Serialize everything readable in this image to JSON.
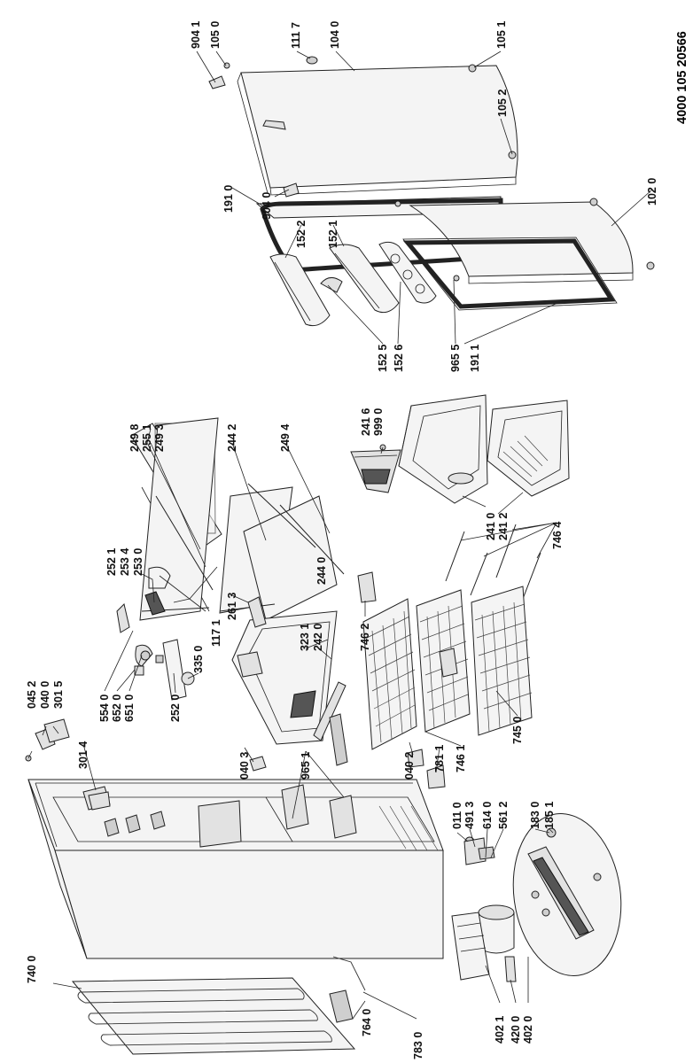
{
  "document_number": "4000 105 20566",
  "part_labels": {
    "p9041": "904 1",
    "p1050": "105 0",
    "p1117": "111 7",
    "p1040": "104 0",
    "p1051": "105 1",
    "p1052": "105 2",
    "p1910": "191 0",
    "p9040": "904 0",
    "p1020": "102 0",
    "p1522": "152 2",
    "p1521": "152 1",
    "p1525": "152 5",
    "p1526": "152 6",
    "p9655": "965 5",
    "p1911": "191 1",
    "p2416": "241 6",
    "p9990": "999 0",
    "p2410": "241 0",
    "p2412": "241 2",
    "p7464": "746 4",
    "p2498": "249 8",
    "p2551": "255 1",
    "p2493": "249 3",
    "p2442": "244 2",
    "p2494": "249 4",
    "p2440": "244 0",
    "p2521": "252 1",
    "p2534": "253 4",
    "p2530": "253 0",
    "p1171": "117 1",
    "p2613": "261 3",
    "p3231": "323 1",
    "p2420": "242 0",
    "p7462": "746 2",
    "p5540": "554 0",
    "p6520": "652 0",
    "p6510": "651 0",
    "p2520": "252 0",
    "p3350": "335 0",
    "p0452": "045 2",
    "p0400": "040 0",
    "p3015": "301 5",
    "p3014": "301 4",
    "p0403": "040 3",
    "p9651": "965 1",
    "p0402": "040 2",
    "p7811": "781 1",
    "p7461": "746 1",
    "p7450": "745 0",
    "p0110": "011 0",
    "p4913": "491 3",
    "p6140": "614 0",
    "p5612": "561 2",
    "p1830": "183 0",
    "p1851": "185 1",
    "p7400": "740 0",
    "p7640": "764 0",
    "p7830": "783 0",
    "p4021": "402 1",
    "p4200": "420 0",
    "p4020": "402 0"
  }
}
